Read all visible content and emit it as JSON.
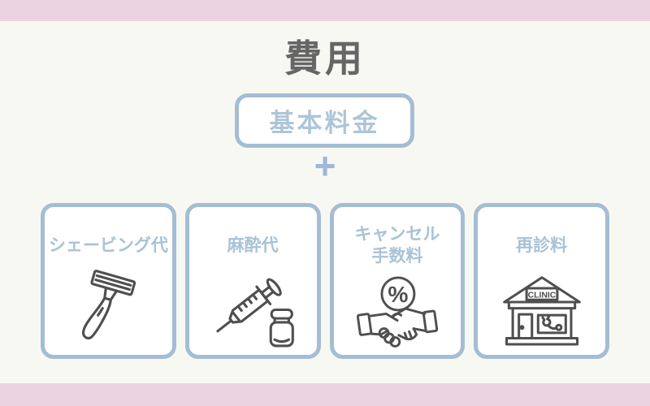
{
  "frame": {
    "title": "費用",
    "plus_sign": "+",
    "base_fee": {
      "label": "基本料金"
    }
  },
  "cards": [
    {
      "label_lines": [
        "シェービング代"
      ],
      "icon": "razor-icon"
    },
    {
      "label_lines": [
        "麻酔代"
      ],
      "icon": "syringe-vial-icon"
    },
    {
      "label_lines": [
        "キャンセル",
        "手数料"
      ],
      "icon": "handshake-percent-icon"
    },
    {
      "label_lines": [
        "再診料"
      ],
      "icon": "clinic-building-icon"
    }
  ],
  "icon_texts": {
    "percent_symbol": "%",
    "clinic_sign": "CLINIC"
  },
  "colors": {
    "frame_pink": "#ecd3e0",
    "background": "#f8f8f2",
    "border_blue": "#a4bdd4",
    "label_blue": "#a9c2d6",
    "base_fee_text_blue": "#aec5d9",
    "plus_blue": "#9cb9d6",
    "title_gray": "#666666",
    "icon_gray": "#4f4f4f",
    "card_background": "#ffffff"
  }
}
